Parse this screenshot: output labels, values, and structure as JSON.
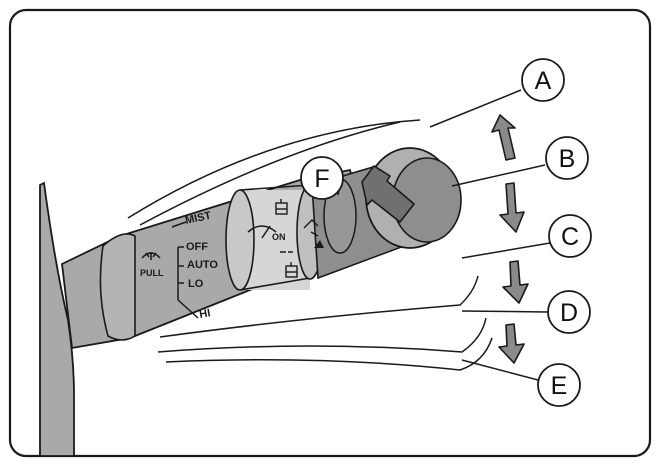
{
  "colors": {
    "outline": "#1a1a1a",
    "lever_gray": "#a9a9a9",
    "ring_light": "#d6d6d6",
    "ring_dark": "#8e8e8e",
    "arrow_gray": "#8a8a8a",
    "background": "#ffffff"
  },
  "lever": {
    "mode_labels": [
      "MIST",
      "OFF",
      "AUTO",
      "LO",
      "HI"
    ],
    "pull_label": "PULL",
    "ring_on_label": "ON"
  },
  "callouts": {
    "a": "A",
    "b": "B",
    "c": "C",
    "d": "D",
    "e": "E",
    "f": "F"
  },
  "icons": [
    "windshield-washer-icon",
    "rear-wiper-icon",
    "rear-washer-icon",
    "intermittent-wiper-icon",
    "up-arrow-icon",
    "down-arrow-icon"
  ]
}
